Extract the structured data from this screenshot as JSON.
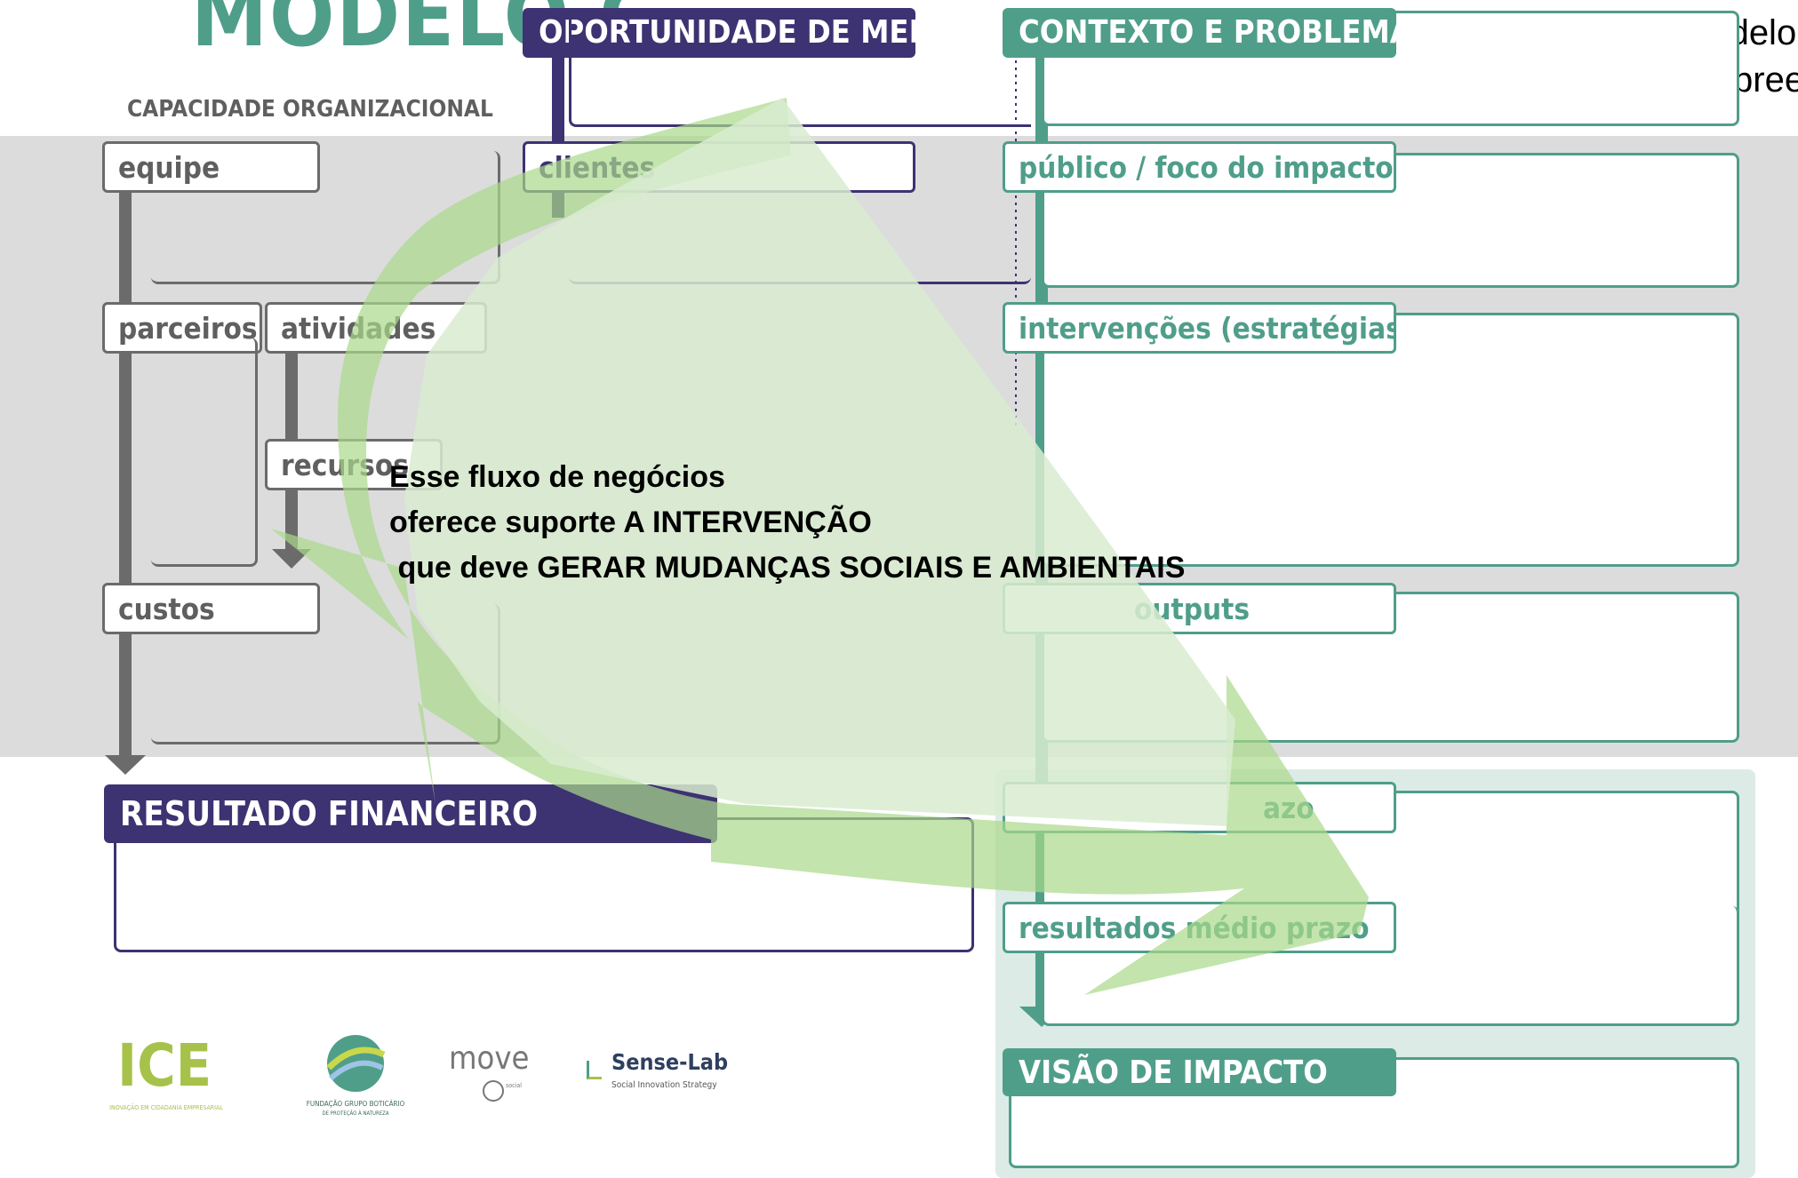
{
  "brand": {
    "logo_title": "MODELO C",
    "subtitle": "CAPACIDADE ORGANIZACIONAL"
  },
  "top_right_text": {
    "line1": "Modelo",
    "line2": "Empree"
  },
  "headers": {
    "market": "OPORTUNIDADE DE MERCADO",
    "context": "CONTEXTO E PROBLEMA",
    "financial": "RESULTADO FINANCEIRO",
    "vision": "VISÃO DE IMPACTO"
  },
  "labels": {
    "equipe": "equipe",
    "clientes": "clientes",
    "parceiros": "parceiros",
    "atividades": "atividades",
    "recursos": "recursos",
    "custos": "custos",
    "publico": "público / foco do impacto",
    "intervencoes": "intervenções (estratégias)",
    "outputs": "outputs",
    "curto_prazo": "azo",
    "medio_prazo": "resultados médio prazo"
  },
  "overlay": {
    "line1": "Esse fluxo de negócios",
    "line2": "oferece suporte A INTERVENÇÃO",
    "line3": " que deve GERAR MUDANÇAS SOCIAIS E AMBIENTAIS"
  },
  "logos": {
    "ice": "ICE",
    "ice_caption": "INOVAÇÃO EM CIDADANIA EMPRESARIAL",
    "boticario": "FUNDAÇÃO GRUPO BOTICÁRIO",
    "boticario_caption": "DE PROTEÇÃO À NATUREZA",
    "move": "move",
    "move_caption": "social",
    "senselab": "Sense-Lab",
    "senselab_caption": "Social Innovation Strategy"
  },
  "colors": {
    "purple": "#3d3272",
    "teal": "#4f9e8a",
    "gray": "#6b6b6b",
    "band": "#dcdcdc",
    "arrow_green": "#a9d98a"
  }
}
